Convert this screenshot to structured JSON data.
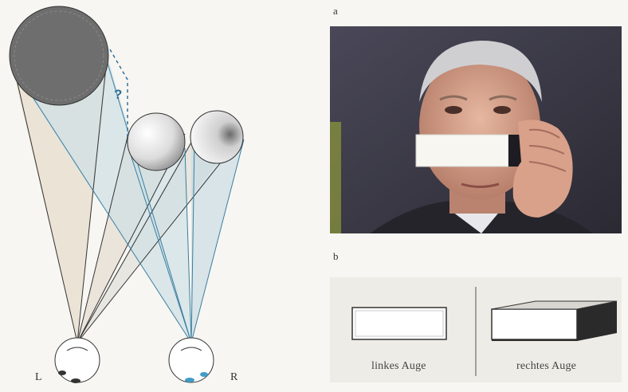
{
  "figure": {
    "eye_labels": {
      "left": "L",
      "right": "R"
    },
    "question_mark": "?",
    "colors": {
      "large_sphere": "#6e6e6e",
      "small_sphere": "#dcdcdc",
      "beam_left": "#e8e0d0",
      "beam_right": "#cfe0e6",
      "line_dark": "#333333",
      "line_blue": "#3a7fa0",
      "dash_blue": "#2f6f98"
    }
  },
  "panel_a": {
    "label": "a"
  },
  "panel_b": {
    "label": "b",
    "left_caption": "linkes Auge",
    "right_caption": "rechtes Auge"
  }
}
